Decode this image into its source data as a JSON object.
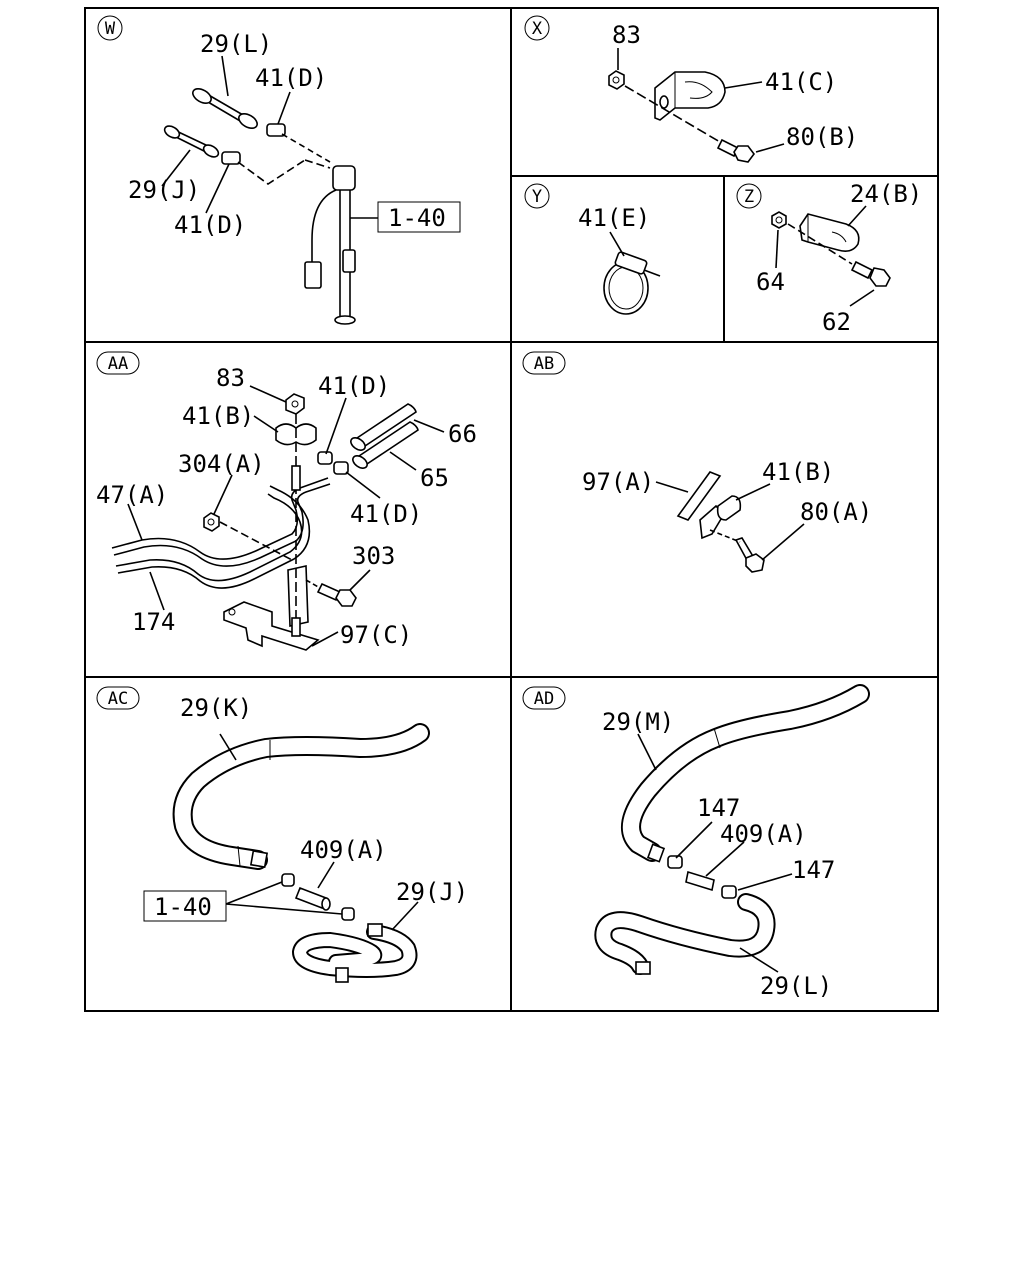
{
  "panels": {
    "W": {
      "tag": "W",
      "labels": {
        "hose_top": "29(L)",
        "clip_top": "41(D)",
        "hose_left": "29(J)",
        "clip_left": "41(D)",
        "ref": "1-40"
      }
    },
    "X": {
      "tag": "X",
      "labels": {
        "nut": "83",
        "clip": "41(C)",
        "bolt": "80(B)"
      }
    },
    "Y": {
      "tag": "Y",
      "labels": {
        "clamp": "41(E)"
      }
    },
    "Z": {
      "tag": "Z",
      "labels": {
        "clip": "24(B)",
        "nut": "64",
        "bolt": "62"
      }
    },
    "AA": {
      "tag": "AA",
      "labels": {
        "nut": "83",
        "clip_d_top": "41(D)",
        "clip_b": "41(B)",
        "hose_66": "66",
        "washer": "304(A)",
        "hose_65": "65",
        "pipe_47a": "47(A)",
        "clip_d_bottom": "41(D)",
        "bolt_303": "303",
        "pipe_174": "174",
        "bracket": "97(C)"
      }
    },
    "AB": {
      "tag": "AB",
      "labels": {
        "bracket": "97(A)",
        "clip": "41(B)",
        "bolt": "80(A)"
      }
    },
    "AC": {
      "tag": "AC",
      "labels": {
        "hose_k": "29(K)",
        "pipe": "409(A)",
        "hose_j": "29(J)",
        "ref": "1-40"
      }
    },
    "AD": {
      "tag": "AD",
      "labels": {
        "hose_m": "29(M)",
        "clamp_top": "147",
        "pipe": "409(A)",
        "clamp_right": "147",
        "hose_l": "29(L)"
      }
    }
  }
}
